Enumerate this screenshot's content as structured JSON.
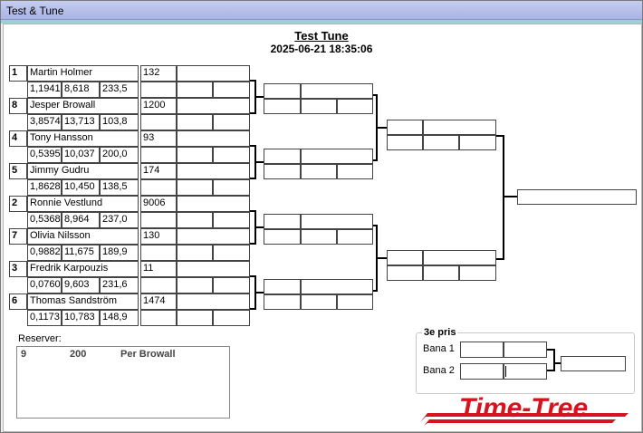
{
  "window": {
    "title": "Test & Tune"
  },
  "header": {
    "title": "Test  Tune",
    "datetime": "2025-06-21 18:35:06"
  },
  "entries": [
    {
      "seed": "1",
      "name": "Martin Holmer",
      "number": "132",
      "rt": "1,1941",
      "et": "8,618",
      "speed": "233,5"
    },
    {
      "seed": "8",
      "name": "Jesper Browall",
      "number": "1200",
      "rt": "3,8574",
      "et": "13,713",
      "speed": "103,8"
    },
    {
      "seed": "4",
      "name": "Tony Hansson",
      "number": "93",
      "rt": "0,5395",
      "et": "10,037",
      "speed": "200,0"
    },
    {
      "seed": "5",
      "name": "Jimmy Gudru",
      "number": "174",
      "rt": "1,8628",
      "et": "10,450",
      "speed": "138,5"
    },
    {
      "seed": "2",
      "name": "Ronnie Vestlund",
      "number": "9006",
      "rt": "0,5368",
      "et": "8,964",
      "speed": "237,0"
    },
    {
      "seed": "7",
      "name": "Olivia Nilsson",
      "number": "130",
      "rt": "0,9882",
      "et": "11,675",
      "speed": "189,9"
    },
    {
      "seed": "3",
      "name": "Fredrik Karpouzis",
      "number": "11",
      "rt": "0,0760",
      "et": "9,603",
      "speed": "231,6"
    },
    {
      "seed": "6",
      "name": "Thomas Sandström",
      "number": "1474",
      "rt": "0,1173",
      "et": "10,783",
      "speed": "148,9"
    }
  ],
  "reserves": {
    "label": "Reserver:",
    "rows": [
      {
        "seed": "9",
        "number": "200",
        "name": "Per Browall"
      }
    ]
  },
  "third_place": {
    "title": "3e pris",
    "lane1": "Bana 1",
    "lane2": "Bana 2"
  },
  "logo": {
    "text": "Time-Tree",
    "color": "#d6141e"
  }
}
